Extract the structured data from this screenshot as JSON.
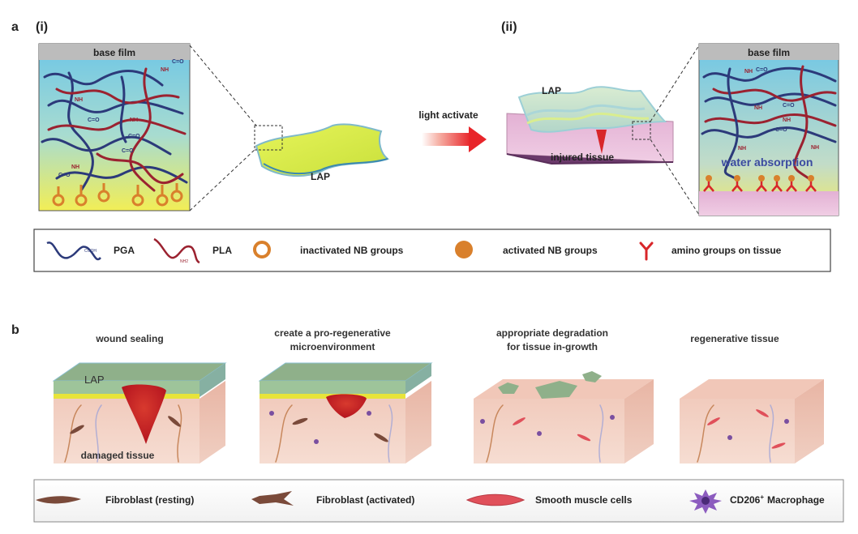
{
  "panel_a": {
    "letter": "a",
    "sub_i": "(i)",
    "sub_ii": "(ii)",
    "left_inset_title": "base film",
    "right_inset_title": "base film",
    "lap_label_flat": "LAP",
    "lap_label_tissue": "LAP",
    "arrow_label": "light activate",
    "injured_label": "injured tissue",
    "water_label": "water absorption",
    "chem_nh": "NH",
    "chem_co": "C=O",
    "legend": {
      "pga": "PGA",
      "pga_group": "COOH",
      "pla": "PLA",
      "pla_group": "NH2",
      "inactivated": "inactivated NB groups",
      "activated": "activated NB groups",
      "amino": "amino groups on tissue"
    }
  },
  "panel_b": {
    "letter": "b",
    "stages": [
      {
        "title_line1": "wound sealing",
        "title_line2": ""
      },
      {
        "title_line1": "create  a pro-regenerative",
        "title_line2": "microenvironment"
      },
      {
        "title_line1": "appropriate degradation",
        "title_line2": "for tissue in-growth"
      },
      {
        "title_line1": "regenerative tissue",
        "title_line2": ""
      }
    ],
    "lap_on_block": "LAP",
    "damaged_label": "damaged tissue",
    "legend": {
      "fib_rest": "Fibroblast (resting)",
      "fib_act": "Fibroblast (activated)",
      "smc": "Smooth muscle cells",
      "mac": "CD206",
      "mac_sup": "+",
      "mac_tail": "Macrophage"
    }
  },
  "colors": {
    "pga": "#2c3a7a",
    "pla": "#9b2230",
    "nb_inactive": "#d9802c",
    "nb_active": "#d9802c",
    "amino": "#d8262a",
    "wound": "#c4202a",
    "tissue": "#f3c7b9",
    "lap_green": "#8fb08a",
    "lap_blue": "#a9d3e6",
    "arrow": "#e8252a"
  }
}
